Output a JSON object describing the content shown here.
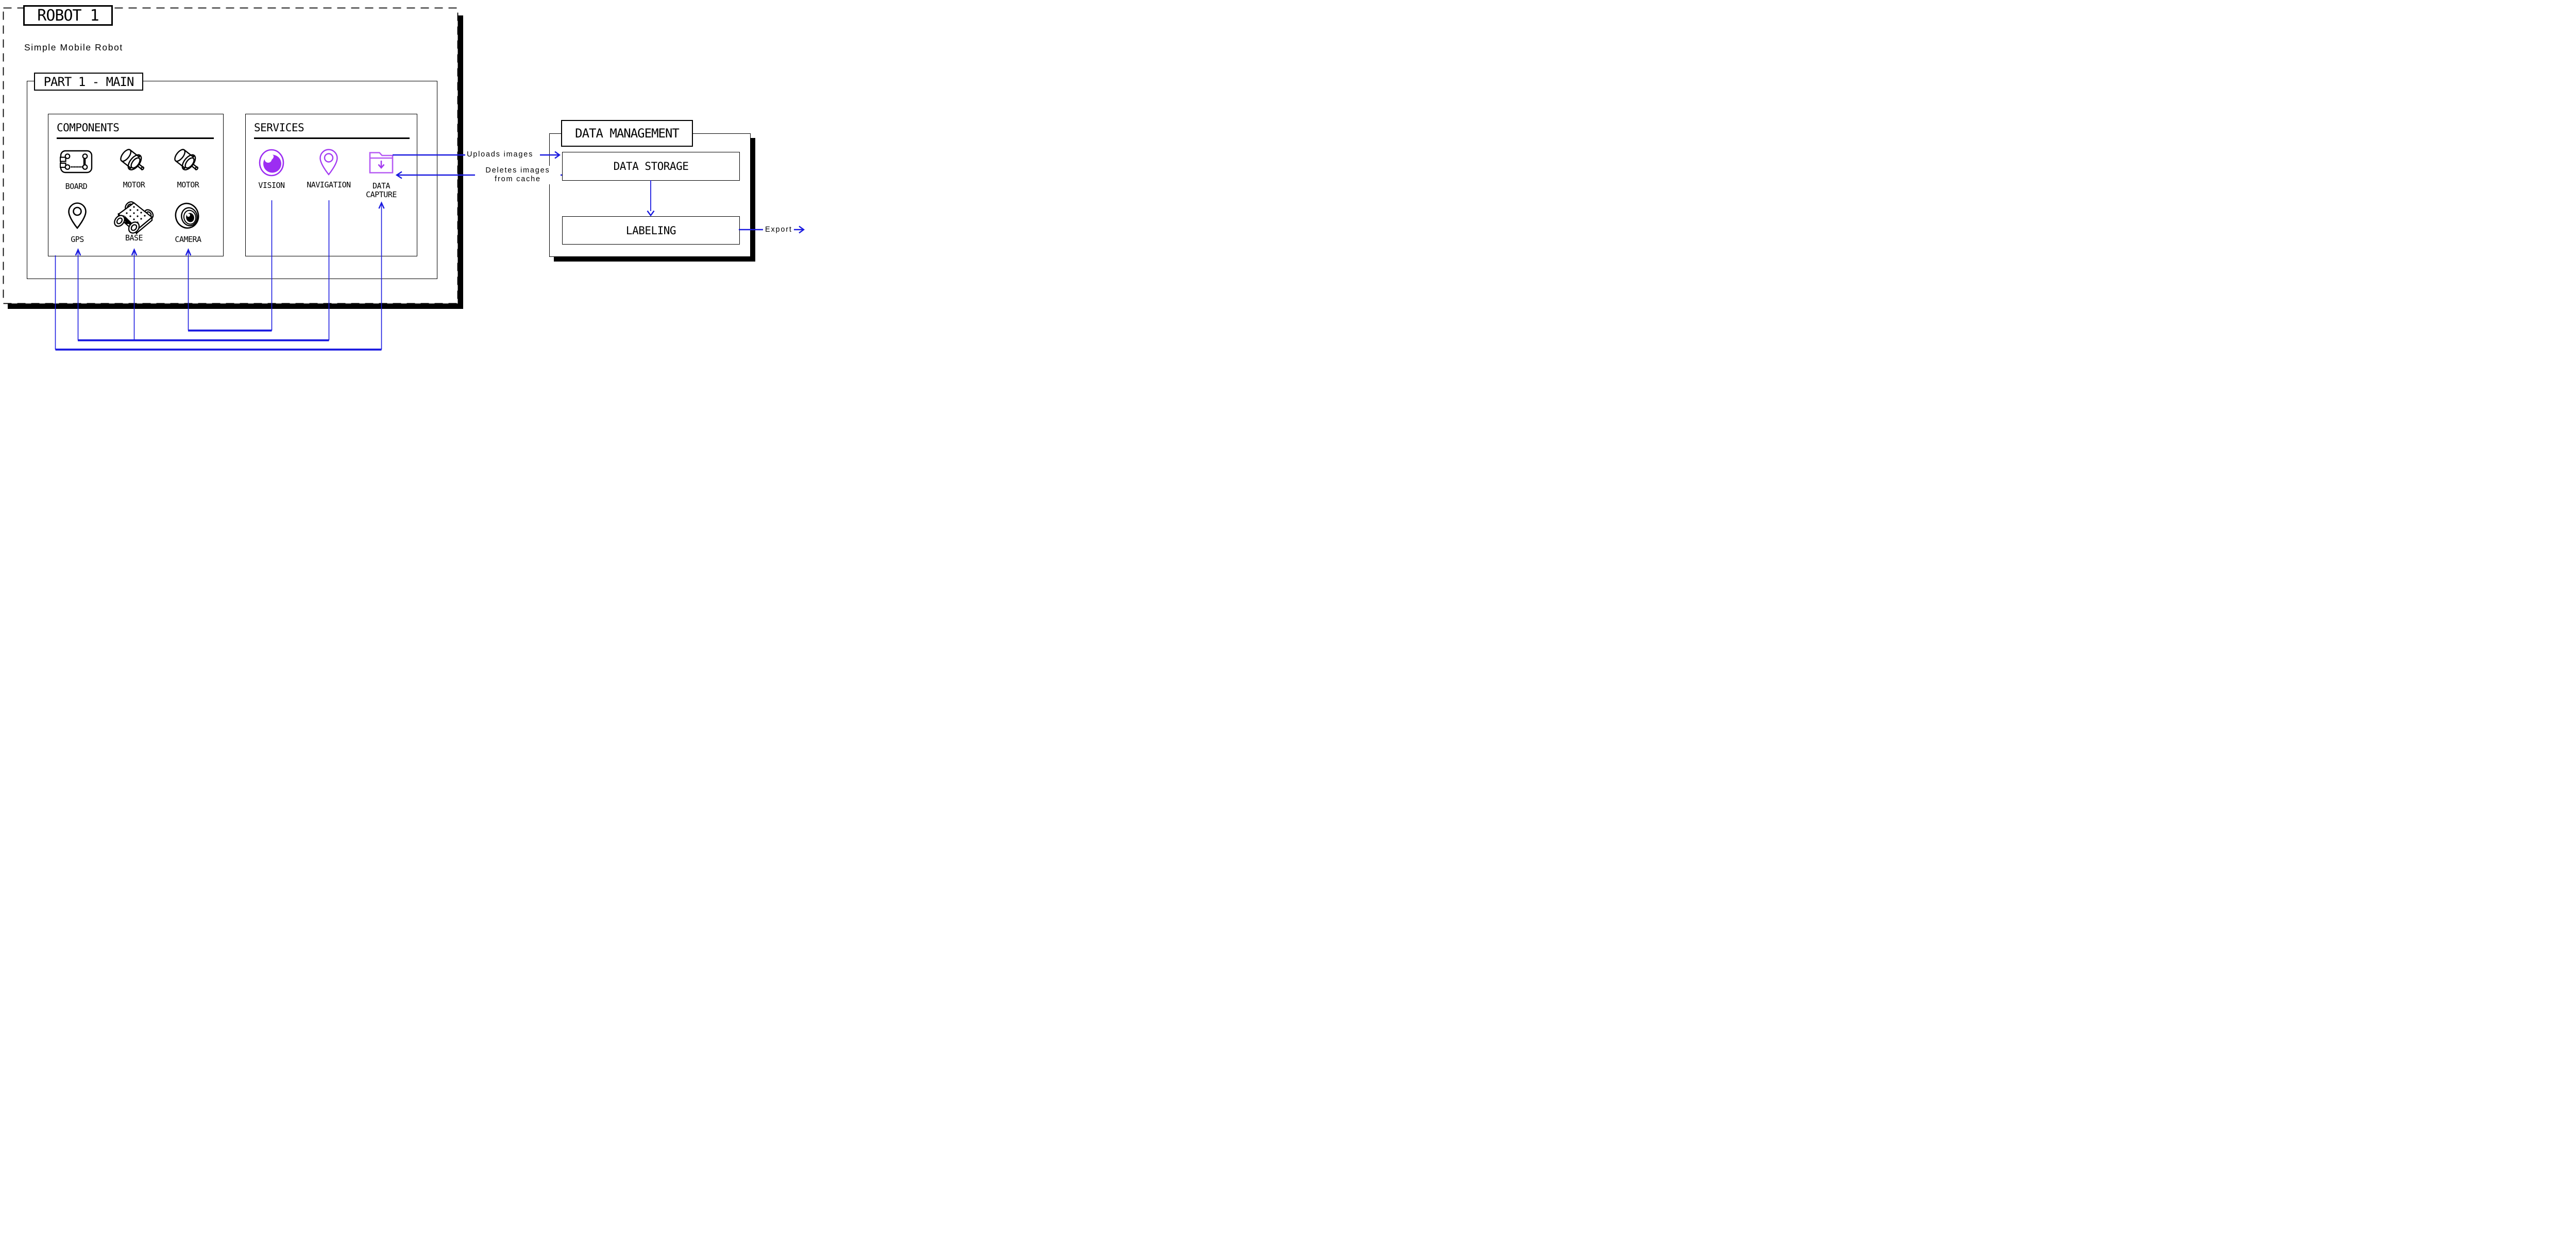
{
  "robot": {
    "title": "ROBOT 1",
    "subtitle": "Simple Mobile Robot",
    "part": {
      "title": "PART 1 - MAIN",
      "components": {
        "title": "COMPONENTS",
        "items": [
          {
            "label": "BOARD",
            "icon": "board-icon"
          },
          {
            "label": "MOTOR",
            "icon": "motor-icon"
          },
          {
            "label": "MOTOR",
            "icon": "motor-icon"
          },
          {
            "label": "GPS",
            "icon": "gps-pin-icon"
          },
          {
            "label": "BASE",
            "icon": "base-rover-icon"
          },
          {
            "label": "CAMERA",
            "icon": "camera-lens-icon"
          }
        ]
      },
      "services": {
        "title": "SERVICES",
        "items": [
          {
            "label": "VISION",
            "icon": "vision-eye-icon"
          },
          {
            "label": "NAVIGATION",
            "icon": "navigation-pin-icon"
          },
          {
            "label": "DATA CAPTURE",
            "label_line1": "DATA",
            "label_line2": "CAPTURE",
            "icon": "data-capture-folder-icon"
          }
        ]
      }
    }
  },
  "data_management": {
    "title": "DATA MANAGEMENT",
    "storage_label": "DATA STORAGE",
    "labeling_label": "LABELING"
  },
  "connections": {
    "uploads_label": "Uploads images",
    "deletes_label_line1": "Deletes images",
    "deletes_label_line2": "from cache",
    "export_label": "Export",
    "edges": [
      {
        "from": "VISION",
        "to": "CAMERA"
      },
      {
        "from": "NAVIGATION",
        "to": "GPS"
      },
      {
        "from": "NAVIGATION",
        "to": "BASE"
      },
      {
        "from": "COMPONENTS",
        "to": "DATA CAPTURE"
      },
      {
        "from": "DATA CAPTURE",
        "to": "DATA STORAGE",
        "label": "Uploads images"
      },
      {
        "from": "DATA STORAGE",
        "to": "DATA CAPTURE",
        "label": "Deletes images from cache"
      },
      {
        "from": "DATA STORAGE",
        "to": "LABELING"
      },
      {
        "from": "LABELING",
        "to": "external",
        "label": "Export"
      }
    ]
  },
  "colors": {
    "accent_blue": "#1a1ae0",
    "purple": "#9c2df2",
    "purple_light": "#b65af4",
    "black": "#000000",
    "white": "#ffffff"
  }
}
